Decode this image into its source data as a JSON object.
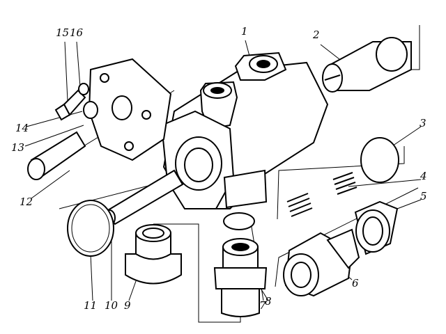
{
  "title": "Exploded view of valve assembly",
  "callouts": [
    {
      "id": "1",
      "text": "1"
    },
    {
      "id": "2",
      "text": "2"
    },
    {
      "id": "3",
      "text": "3"
    },
    {
      "id": "4",
      "text": "4"
    },
    {
      "id": "5",
      "text": "5"
    },
    {
      "id": "6",
      "text": "6"
    },
    {
      "id": "7",
      "text": "7"
    },
    {
      "id": "8",
      "text": "8"
    },
    {
      "id": "9",
      "text": "9"
    },
    {
      "id": "10",
      "text": "10"
    },
    {
      "id": "11",
      "text": "11"
    },
    {
      "id": "12",
      "text": "12"
    },
    {
      "id": "13",
      "text": "13"
    },
    {
      "id": "14",
      "text": "14"
    },
    {
      "id": "15",
      "text": "15"
    },
    {
      "id": "16",
      "text": "16"
    }
  ]
}
